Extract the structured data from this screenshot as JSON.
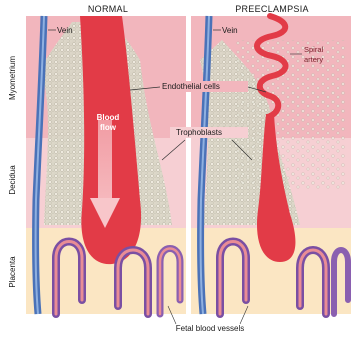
{
  "headers": {
    "normal": "NORMAL",
    "preeclampsia": "PREECLAMPSIA"
  },
  "layers": {
    "myometrium": "Myometrium",
    "decidua": "Decidua",
    "placenta": "Placenta"
  },
  "labels": {
    "vein_left": "Vein",
    "vein_right": "Vein",
    "blood": "Blood",
    "flow": "flow",
    "endothelial": "Endothelial cells",
    "trophoblasts": "Trophoblasts",
    "spiral": "Spiral",
    "artery": "artery",
    "fetal": "Fetal blood vessels"
  },
  "colors": {
    "myometrium": "#f2b6bd",
    "decidua": "#f6cfd3",
    "placenta": "#fbe6c3",
    "artery": "#e23b47",
    "vein": "#4a72b8",
    "trophoblast": "#c9c7b7"
  }
}
